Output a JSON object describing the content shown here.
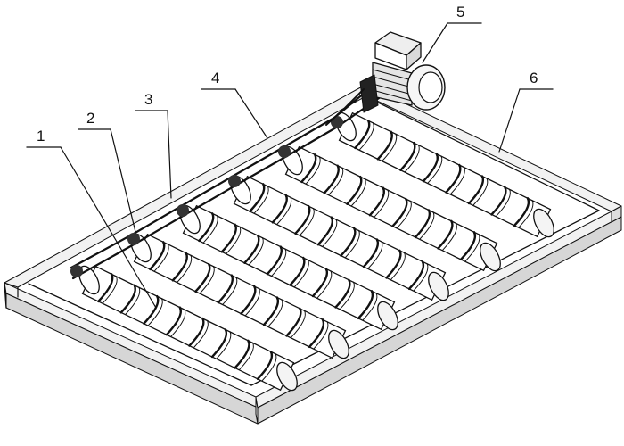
{
  "colors": {
    "ink": "#111111",
    "paper": "#ffffff",
    "top_face": "#f2f2f2",
    "side_face": "#d6d6d6"
  },
  "callouts": [
    {
      "label": "1",
      "part": "roller-1"
    },
    {
      "label": "2",
      "part": "roller-2"
    },
    {
      "label": "3",
      "part": "belt"
    },
    {
      "label": "4",
      "part": "drive-belt"
    },
    {
      "label": "5",
      "part": "motor"
    },
    {
      "label": "6",
      "part": "frame"
    }
  ],
  "roller_count": 6
}
